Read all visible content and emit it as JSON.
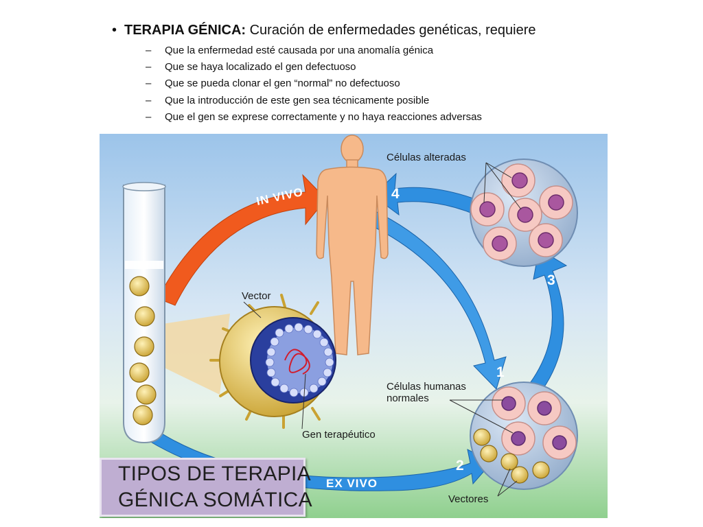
{
  "slide": {
    "bullet": {
      "symbol": "•",
      "bold": "TERAPIA GÉNICA:",
      "text": " Curación de enfermedades genéticas, requiere"
    },
    "dash": "–",
    "subitems": [
      "Que la enfermedad esté causada por una anomalía génica",
      "Que se haya localizado el gen defectuoso",
      "Que se pueda clonar el gen “normal” no defectuoso",
      "Que la introducción de este gen sea técnicamente posible",
      "Que el gen se exprese correctamente y no haya reacciones adversas"
    ]
  },
  "diagram": {
    "labels": {
      "vector": "Vector",
      "gen_terapeutico": "Gen terapéutico",
      "celulas_alteradas": "Células alteradas",
      "celulas_normales_1": "Células humanas",
      "celulas_normales_2": "normales",
      "vectores": "Vectores"
    },
    "arrows": {
      "in_vivo": "IN VIVO",
      "ex_vivo": "EX VIVO"
    },
    "steps": [
      "1",
      "2",
      "3",
      "4"
    ],
    "title": {
      "line1": "TIPOS DE TERAPIA",
      "line2": "GÉNICA SOMÁTICA"
    },
    "colors": {
      "in_vivo_arrow": "#f05a1e",
      "blue_arrow": "#2f8fe0",
      "body": "#f6b98a",
      "cell_cluster": "#a9c0dc",
      "cell": "#f6c9c3",
      "nucleus": "#8b4c9e",
      "virus": "#d9b33f",
      "title_box": "#bfaed2"
    }
  }
}
